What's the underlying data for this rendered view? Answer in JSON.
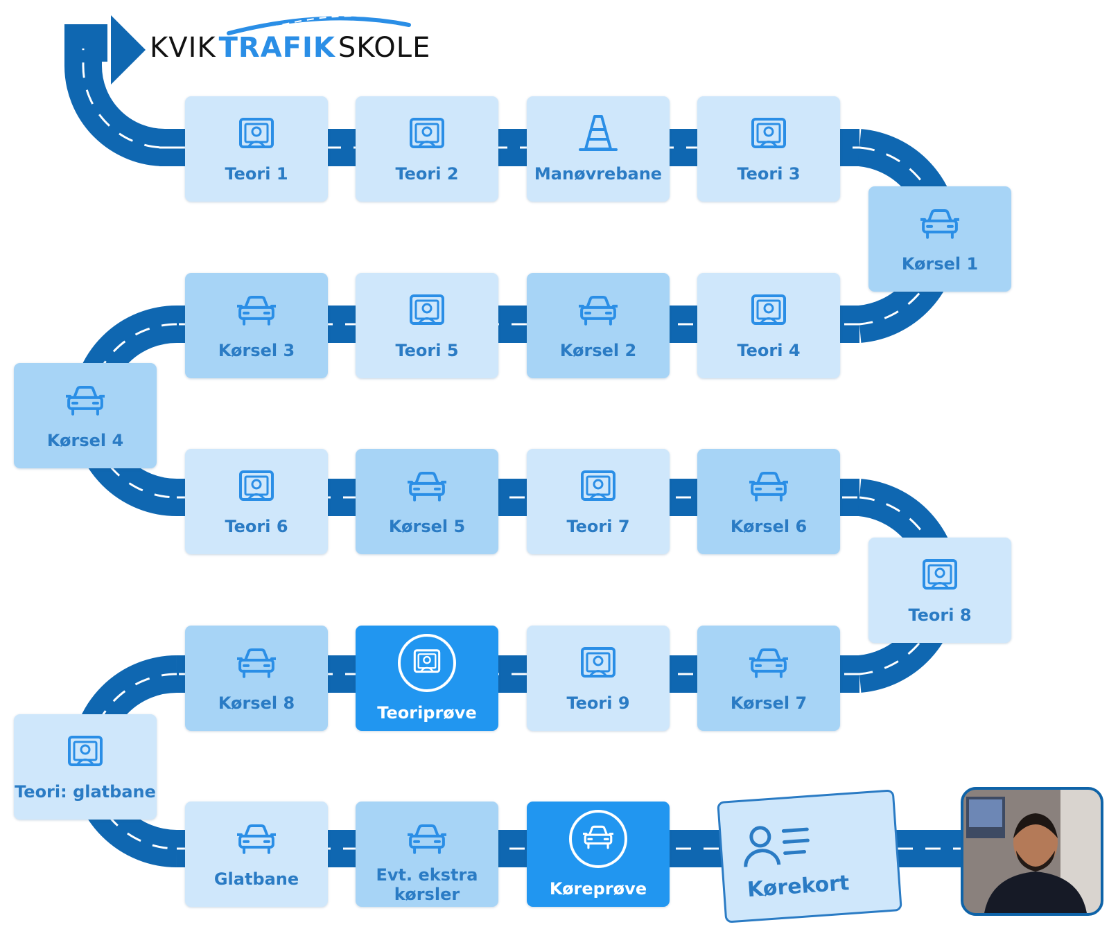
{
  "logo": {
    "part1": "KVIK",
    "part2": "TRAFIK",
    "part3": "SKOLE"
  },
  "colors": {
    "road": "#0f67b1",
    "theory_box": "#cfe7fb",
    "drive_box": "#a7d4f6",
    "exam_box": "#2196f0",
    "label": "#2a7bc4"
  },
  "steps": [
    {
      "label": "Teori 1",
      "kind": "theory",
      "icon": "theory-screen-icon"
    },
    {
      "label": "Teori 2",
      "kind": "theory",
      "icon": "theory-screen-icon"
    },
    {
      "label": "Manøvrebane",
      "kind": "theory",
      "icon": "traffic-cone-icon"
    },
    {
      "label": "Teori 3",
      "kind": "theory",
      "icon": "theory-screen-icon"
    },
    {
      "label": "Kørsel 1",
      "kind": "drive",
      "icon": "car-icon"
    },
    {
      "label": "Teori 4",
      "kind": "theory",
      "icon": "theory-screen-icon"
    },
    {
      "label": "Kørsel 2",
      "kind": "drive",
      "icon": "car-icon"
    },
    {
      "label": "Teori 5",
      "kind": "theory",
      "icon": "theory-screen-icon"
    },
    {
      "label": "Kørsel 3",
      "kind": "drive",
      "icon": "car-icon"
    },
    {
      "label": "Kørsel 4",
      "kind": "drive",
      "icon": "car-icon"
    },
    {
      "label": "Teori 6",
      "kind": "theory",
      "icon": "theory-screen-icon"
    },
    {
      "label": "Kørsel 5",
      "kind": "drive",
      "icon": "car-icon"
    },
    {
      "label": "Teori 7",
      "kind": "theory",
      "icon": "theory-screen-icon"
    },
    {
      "label": "Kørsel 6",
      "kind": "drive",
      "icon": "car-icon"
    },
    {
      "label": "Teori 8",
      "kind": "theory",
      "icon": "theory-screen-icon"
    },
    {
      "label": "Kørsel 7",
      "kind": "drive",
      "icon": "car-icon"
    },
    {
      "label": "Teori 9",
      "kind": "theory",
      "icon": "theory-screen-icon"
    },
    {
      "label": "Teoriprøve",
      "kind": "exam",
      "icon": "theory-screen-icon"
    },
    {
      "label": "Kørsel 8",
      "kind": "drive",
      "icon": "car-icon"
    },
    {
      "label": "Teori: glatbane",
      "kind": "theory",
      "icon": "theory-screen-icon"
    },
    {
      "label": "Glatbane",
      "kind": "theory",
      "icon": "car-icon"
    },
    {
      "label": "Evt. ekstra\nkørsler",
      "kind": "drive",
      "icon": "car-icon"
    },
    {
      "label": "Køreprøve",
      "kind": "exam",
      "icon": "car-icon"
    }
  ],
  "license": {
    "label": "Kørekort",
    "icon": "id-card-icon"
  },
  "photo": {
    "icon": "instructor-photo"
  }
}
